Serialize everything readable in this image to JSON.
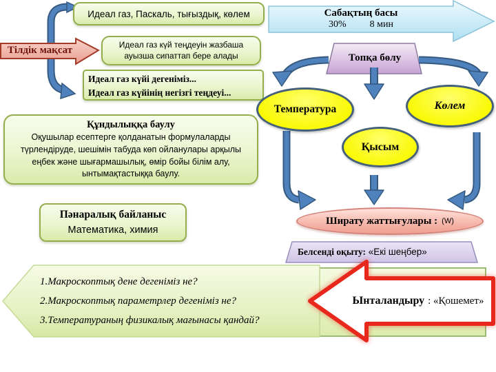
{
  "slide": {
    "language_goal": {
      "label": "Тілдік мақсат"
    },
    "vocabulary_box": {
      "text": "Идеал  газ, Паскаль, тығыздық, көлем"
    },
    "describe_box": {
      "line1": "Идеал газ күй теңдеуін жазбаша",
      "line2": "ауызша сипаттап бере алады"
    },
    "definition_box": {
      "line1": "Идеал газ күйі дегеніміз...",
      "line2": "Идеал газ күйінің негізгі  теңдеуі..."
    },
    "lesson_start": {
      "title": "Сабақтың басы",
      "percent": "30%",
      "minutes": "8 мин"
    },
    "group_split": {
      "label": "Топқа бөлу"
    },
    "parameters": {
      "temperature": "Температура",
      "volume": "Көлем",
      "pressure": "Қысым"
    },
    "values_box": {
      "title": "Құндылыққа баулу",
      "body": "Оқушылар есептерге қолданатын формулаларды түрлендіруде, шешімін табуда көп ойланулары арқылы еңбек және шығармашылық, өмір бойы білім алу, ынтымақтастыққа баулу."
    },
    "interdisciplinary_box": {
      "title": "Пәнаралық байланыс",
      "subjects": "Математика, химия"
    },
    "warmup": {
      "label": "Ширату жаттығулары :",
      "note": "(W)"
    },
    "active_learning": {
      "label": "Белсенді оқыту:",
      "method": "«Екі шеңбер»"
    },
    "questions": {
      "items": [
        "1.Макроскоптық дене дегеніміз не?",
        "2.Макроскоптық параметрлер дегеніміз не?",
        "3.Температураның физикалық мағынасы қандай?"
      ]
    },
    "motivation": {
      "label": "Ынталандыру",
      "method": ": «Қошемет»"
    }
  },
  "colors": {
    "green_border": "#95ae4d",
    "yellow_fill": "#f9f900",
    "ellipse_border": "#44607a",
    "blue_arrow": "#4f81bd",
    "blue_arrow_dark": "#35597f",
    "light_blue_fill": "#bde5f4",
    "purple_fill": "#cfa9da",
    "pink_fill": "#f2a897",
    "red_accent": "#e8281c",
    "maroon_text": "#701409"
  }
}
